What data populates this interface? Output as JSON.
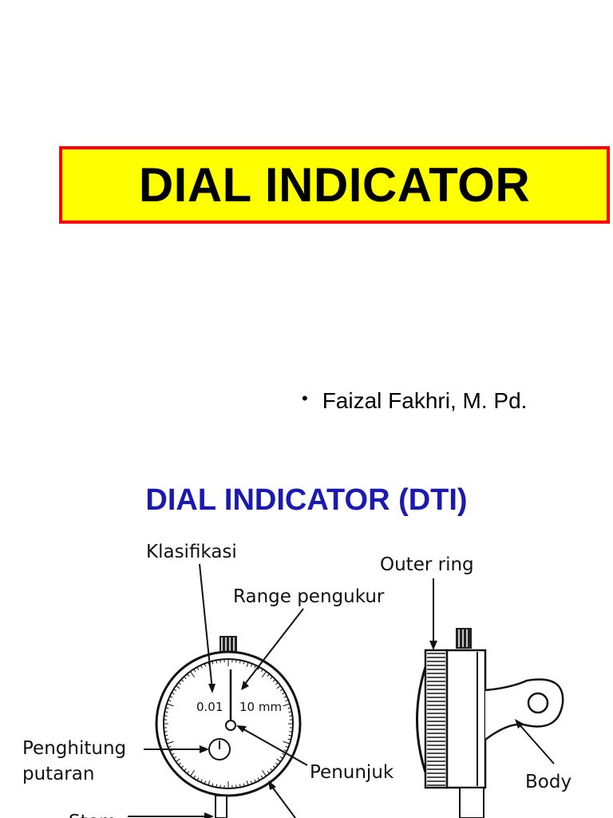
{
  "slide1": {
    "title": "DIAL INDICATOR",
    "author_bullet": "•",
    "author": "Faizal Fakhri, M. Pd."
  },
  "slide2": {
    "title": "DIAL INDICATOR (DTI)",
    "labels": {
      "klasifikasi": "Klasifikasi",
      "range": "Range pengukur",
      "outer_ring": "Outer ring",
      "penghitung_line1": "Penghitung",
      "penghitung_line2": "putaran",
      "penunjuk": "Penunjuk",
      "body": "Body",
      "stem": "Stem"
    },
    "dial_text": {
      "resolution": "0.01",
      "range": "10 mm"
    }
  },
  "colors": {
    "title_fill": "#ffff00",
    "title_border": "#ff0000",
    "slide2_title": "#1a1ab0"
  }
}
